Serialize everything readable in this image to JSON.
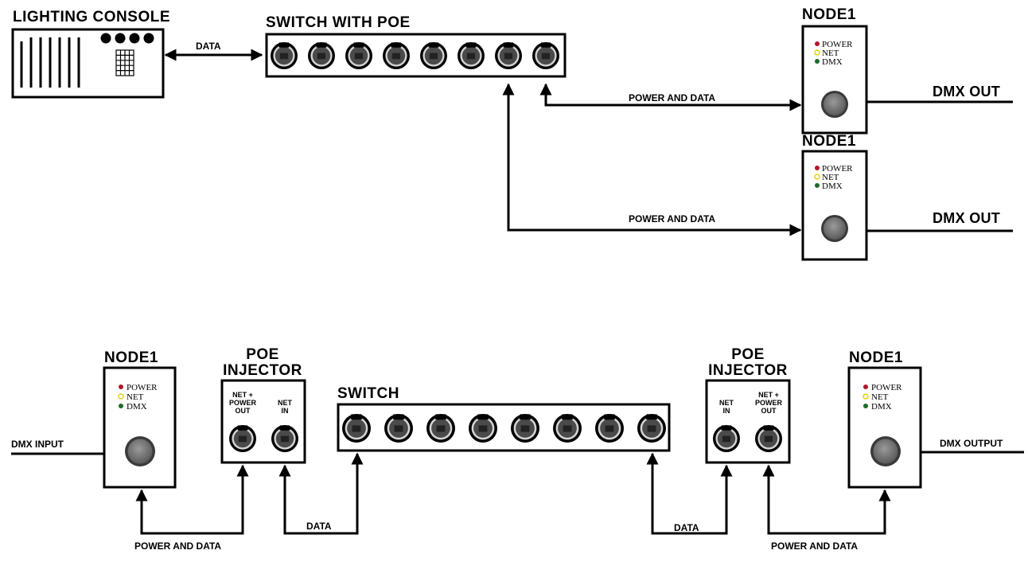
{
  "top": {
    "console": {
      "title": "LIGHTING CONSOLE",
      "link_label": "DATA"
    },
    "switch": {
      "title": "SWITCH WITH POE"
    },
    "node_a": {
      "title": "NODE1",
      "leds": [
        "POWER",
        "NET",
        "DMX"
      ],
      "out_label": "DMX OUT",
      "link_label": "POWER AND DATA"
    },
    "node_b": {
      "title": "NODE1",
      "leds": [
        "POWER",
        "NET",
        "DMX"
      ],
      "out_label": "DMX OUT",
      "link_label": "POWER AND DATA"
    }
  },
  "bottom": {
    "node_left": {
      "title": "NODE1",
      "leds": [
        "POWER",
        "NET",
        "DMX"
      ],
      "in_label": "DMX INPUT"
    },
    "injector_left": {
      "title_1": "POE",
      "title_2": "INJECTOR",
      "port_a": [
        "NET +",
        "POWER",
        "OUT"
      ],
      "port_b": [
        "NET",
        "IN"
      ]
    },
    "switch": {
      "title": "SWITCH"
    },
    "injector_right": {
      "title_1": "POE",
      "title_2": "INJECTOR",
      "port_a": [
        "NET",
        "IN"
      ],
      "port_b": [
        "NET +",
        "POWER",
        "OUT"
      ]
    },
    "node_right": {
      "title": "NODE1",
      "leds": [
        "POWER",
        "NET",
        "DMX"
      ],
      "out_label": "DMX OUTPUT"
    },
    "labels": {
      "power_data_left": "POWER AND DATA",
      "data_left": "DATA",
      "data_right": "DATA",
      "power_data_right": "POWER AND DATA"
    }
  },
  "colors": {
    "led_power": "#b0172a",
    "led_net": "#e3d20f",
    "led_dmx": "#1f6a2a",
    "port_fill": "#4a4a4a",
    "port_ring": "#d4d4d4"
  }
}
